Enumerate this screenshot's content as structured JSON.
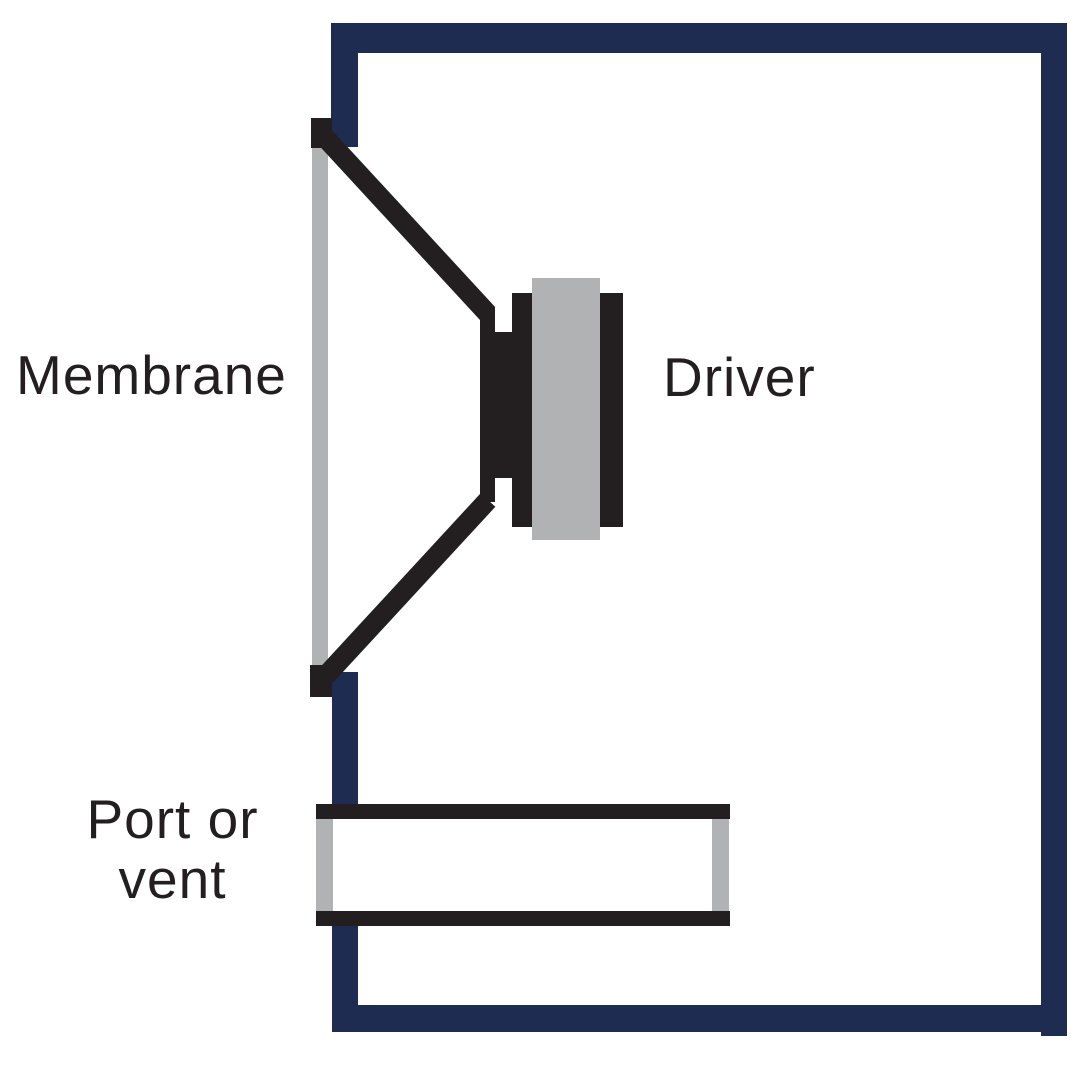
{
  "labels": {
    "membrane": "Membrane",
    "driver": "Driver",
    "port": "Port or\nvent"
  },
  "colors": {
    "enclosure_navy": "#1F2C52",
    "outline_black": "#231F20",
    "metal_gray": "#B1B2B3",
    "background": "#FFFFFF",
    "text_ink": "#231F20"
  }
}
